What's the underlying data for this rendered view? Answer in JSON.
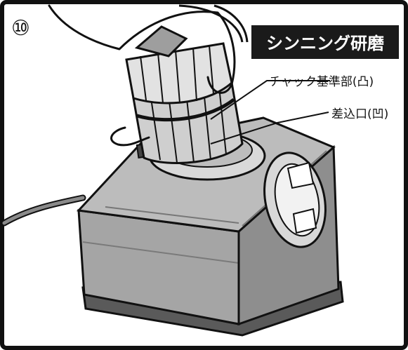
{
  "step_number": "⑩",
  "title_badge": "シンニング研磨",
  "callouts": {
    "chuck_reference": "チャック基準部(凸)",
    "insertion_port": "差込口(凹)"
  },
  "colors": {
    "badge_bg": "#1a1a1a",
    "badge_text": "#ffffff",
    "line": "#111111",
    "body_fill": "#9a9a9a",
    "body_dark": "#6e6e6e",
    "body_light": "#bdbdbd",
    "chuck_fill": "#cfcfcf"
  }
}
